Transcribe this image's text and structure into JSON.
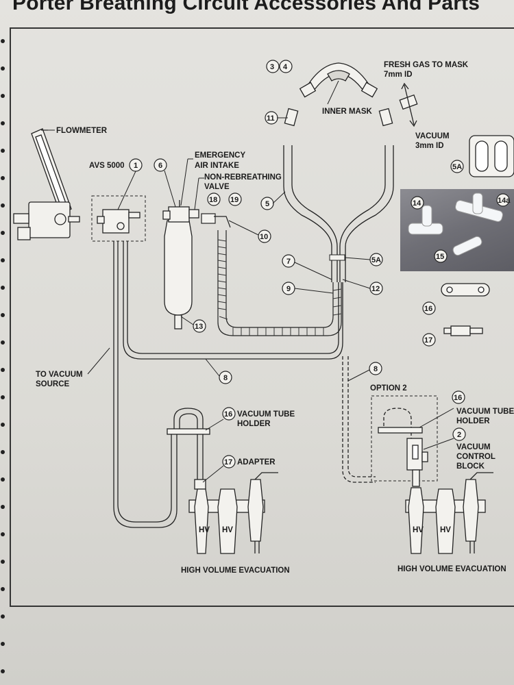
{
  "title": "Porter Breathing Circuit Accessories And Parts",
  "labels": {
    "flowmeter": "FLOWMETER",
    "avs": "AVS 5000",
    "emergency": "EMERGENCY",
    "air_intake": "AIR INTAKE",
    "nonrebreathing": "NON-REBREATHING",
    "valve": "VALVE",
    "inner_mask": "INNER MASK",
    "fresh_gas": "FRESH GAS TO MASK",
    "fresh_gas_id": "7mm ID",
    "vacuum": "VACUUM",
    "vacuum_id": "3mm ID",
    "to_vacuum": "TO VACUUM",
    "source": "SOURCE",
    "vacuum_tube": "VACUUM TUBE",
    "holder": "HOLDER",
    "adapter": "ADAPTER",
    "option2": "OPTION 2",
    "vacuum_control": "VACUUM",
    "control": "CONTROL",
    "block": "BLOCK",
    "hve_left": "HIGH VOLUME EVACUATION",
    "hve_right": "HIGH VOLUME EVACUATION",
    "hv": "HV"
  },
  "callouts": {
    "c1": "1",
    "c2": "2",
    "c3": "3",
    "c4": "4",
    "c5": "5",
    "c5a": "5A",
    "c5a_photo": "5A",
    "c6": "6",
    "c7": "7",
    "c8a": "8",
    "c8b": "8",
    "c9": "9",
    "c10": "10",
    "c11": "11",
    "c12": "12",
    "c13": "13",
    "c14": "14",
    "c14a": "14a",
    "c15": "15",
    "c16a": "16",
    "c16b": "16",
    "c16c": "16",
    "c17a": "17",
    "c17b": "17",
    "c18": "18",
    "c19": "19"
  }
}
